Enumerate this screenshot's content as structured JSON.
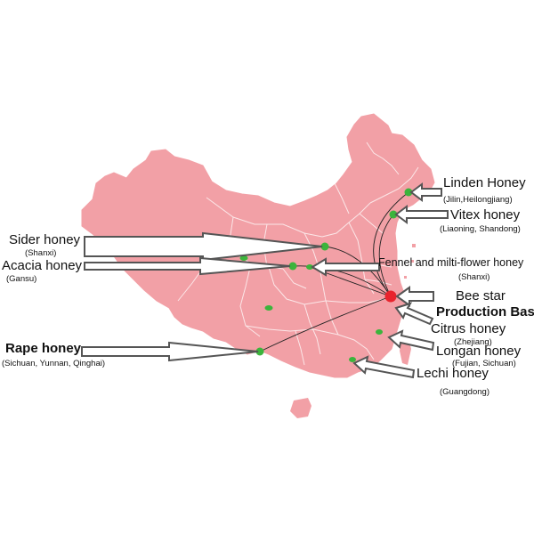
{
  "base": {
    "name_line1": "Bee star",
    "name_line2": "Production Base",
    "marker_color": "#e8232d"
  },
  "colors": {
    "land": "#f2a0a6",
    "border": "#ffffff",
    "site": "#3cb43c",
    "arrow_stroke": "#555555",
    "route": "#222222"
  },
  "honeys": [
    {
      "name": "Linden Honey",
      "region": "(Jilin,Heilongjiang)"
    },
    {
      "name": "Vitex honey",
      "region": "(Liaoning, Shandong)"
    },
    {
      "name": "Sider honey",
      "region": "(Shanxi)"
    },
    {
      "name": "Acacia honey",
      "region": "(Gansu)"
    },
    {
      "name": "Fennel and milti-flower honey",
      "region": "(Shanxi)"
    },
    {
      "name": "Citrus honey",
      "region": "(Zhejiang)"
    },
    {
      "name": "Rape  honey",
      "region": "(Sichuan, Yunnan, Qinghai)"
    },
    {
      "name": "Longan honey",
      "region": "(Fujian, Sichuan)"
    },
    {
      "name": "Lechi honey",
      "region": "(Guangdong)"
    }
  ]
}
